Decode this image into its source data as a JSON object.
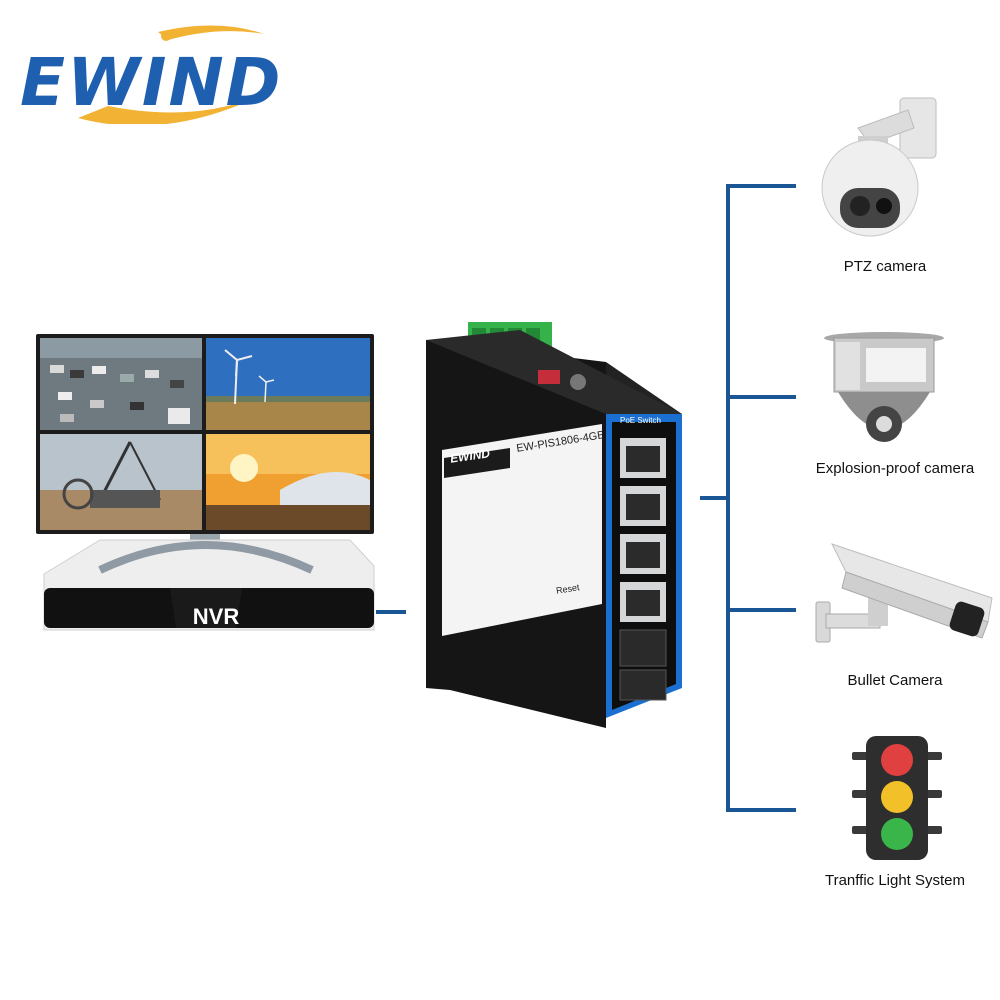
{
  "brand": {
    "logo_text": "EWIND",
    "primary_color": "#1f5fb0",
    "accent_color": "#f2b233"
  },
  "recorder": {
    "label": "NVR",
    "monitor_tiles": [
      "parking-lot",
      "wind-farm",
      "mining-excavator",
      "high-speed-train"
    ]
  },
  "switch": {
    "brand": "EWIND",
    "model": "EW-PIS1806-4GE",
    "panel_title": "PoE Switch",
    "reset_label": "Reset",
    "rj45_ports": 4,
    "sfp_ports": 2,
    "body_color": "#151515",
    "panel_color": "#1b6fd0"
  },
  "devices": [
    {
      "label": "PTZ camera",
      "icon": "ptz-camera-icon"
    },
    {
      "label": "Explosion-proof camera",
      "icon": "explosion-proof-camera-icon"
    },
    {
      "label": "Bullet Camera",
      "icon": "bullet-camera-icon"
    },
    {
      "label": "Tranffic Light System",
      "icon": "traffic-light-icon"
    }
  ],
  "line_color": "#1a5693"
}
